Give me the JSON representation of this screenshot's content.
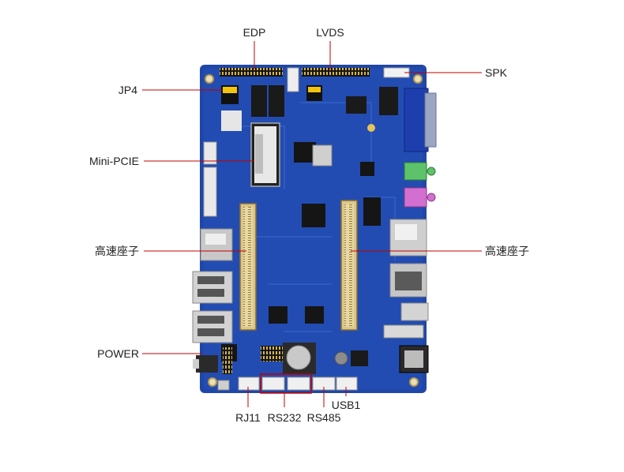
{
  "labels": {
    "edp": "EDP",
    "lvds": "LVDS",
    "spk": "SPK",
    "jp4": "JP4",
    "mini_pcie": "Mini-PCIE",
    "hs_left": "高速座子",
    "hs_right": "高速座子",
    "power": "POWER",
    "rj11": "RJ11",
    "rs232": "RS232",
    "rs485": "RS485",
    "usb1": "USB1"
  },
  "colors": {
    "board": "#1f47a8",
    "leader_line": "#c00000",
    "label_text": "#222222"
  }
}
